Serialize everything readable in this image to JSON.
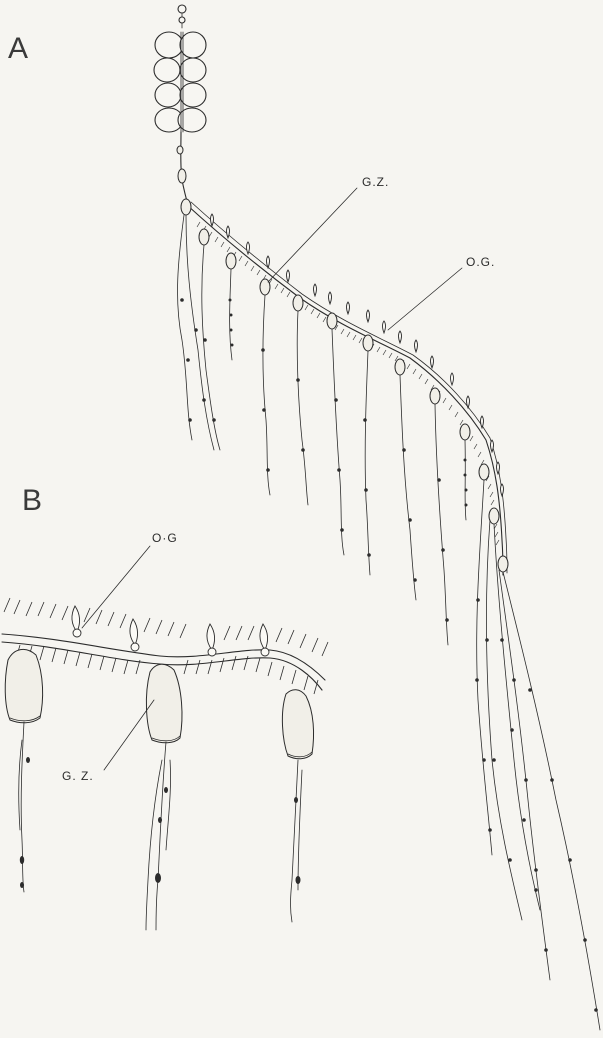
{
  "panels": {
    "A": {
      "letter": "A",
      "labels": {
        "gz": "G.Z.",
        "og": "O.G."
      }
    },
    "B": {
      "letter": "B",
      "labels": {
        "og": "O·G",
        "gz": "G. Z."
      }
    }
  }
}
